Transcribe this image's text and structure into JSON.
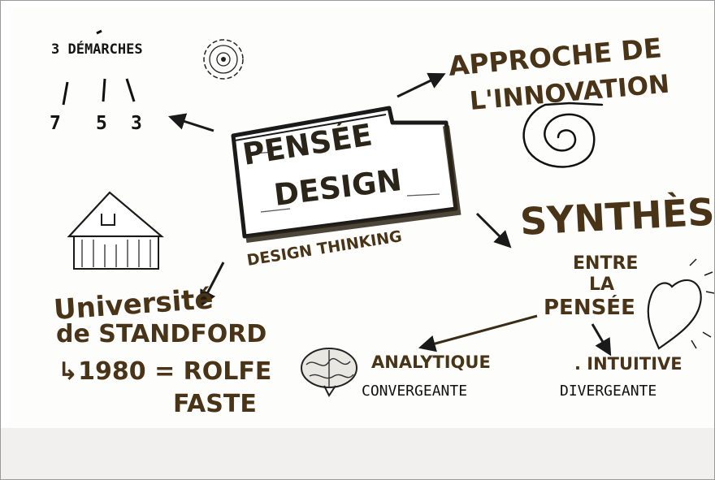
{
  "center": {
    "line1": "PENSÉE",
    "line2": "DESIGN",
    "subtitle": "DESIGN THINKING"
  },
  "top_left": {
    "label": "3 DÉMARCHES",
    "numbers": [
      "7",
      "5",
      "3"
    ]
  },
  "top_right": {
    "line1": "APPROCHE DE",
    "line2": "L'INNOVATION"
  },
  "synthesis": {
    "title": "SYNTHÈSE",
    "line2": "ENTRE",
    "line3": "LA",
    "line4": "PENSÉE"
  },
  "left_bottom": {
    "line1": "Université",
    "line2": "de STANDFORD",
    "line3": "↳1980 = ROLFE",
    "line4": "FASTE"
  },
  "analytique": {
    "label": "ANALYTIQUE",
    "sub": "CONVERGEANTE"
  },
  "intuitive": {
    "label": ". INTUITIVE",
    "sub": "DIVERGEANTE"
  },
  "icons": [
    "gear-icon",
    "spiral-icon",
    "building-icon",
    "brain-icon",
    "heart-icon"
  ],
  "colors": {
    "ink": "#111111",
    "brush": "#4a3418",
    "footer": "#f1f0ee"
  }
}
